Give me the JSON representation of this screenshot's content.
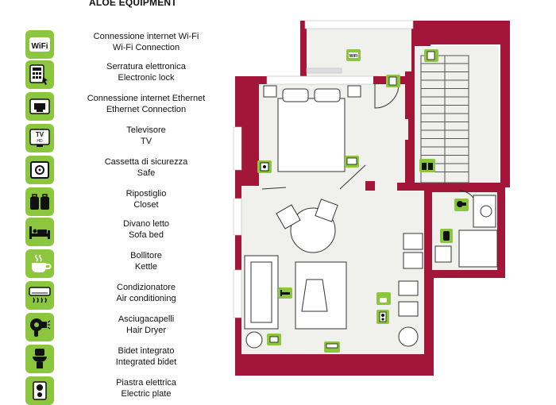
{
  "header": {
    "title": "ALOE EQUIPMENT"
  },
  "legend": {
    "items": [
      {
        "icon": "wifi-icon",
        "it": "Connessione internet Wi-Fi",
        "en": "Wi-Fi Connection"
      },
      {
        "icon": "electronic-lock-icon",
        "it": "Serratura elettronica",
        "en": "Electronic lock"
      },
      {
        "icon": "ethernet-icon",
        "it": "Connessione internet Ethernet",
        "en": "Ethernet Connection"
      },
      {
        "icon": "tv-icon",
        "it": "Televisore",
        "en": "TV"
      },
      {
        "icon": "safe-icon",
        "it": "Cassetta di sicurezza",
        "en": "Safe"
      },
      {
        "icon": "closet-icon",
        "it": "Ripostiglio",
        "en": "Closet"
      },
      {
        "icon": "sofa-bed-icon",
        "it": "Divano letto",
        "en": "Sofa bed"
      },
      {
        "icon": "kettle-icon",
        "it": "Bollitore",
        "en": "Kettle"
      },
      {
        "icon": "air-conditioning-icon",
        "it": "Condizionatore",
        "en": "Air conditioning"
      },
      {
        "icon": "hair-dryer-icon",
        "it": "Asciugacapelli",
        "en": "Hair Dryer"
      },
      {
        "icon": "bidet-icon",
        "it": "Bidet integrato",
        "en": "Integrated bidet"
      },
      {
        "icon": "electric-plate-icon",
        "it": "Piastra elettrica",
        "en": "Electric plate"
      }
    ]
  },
  "plan": {
    "wall_color": "#a3163a",
    "floor_color": "#f0f0ec",
    "accent_color": "#8cc63f",
    "icons": [
      "wifi-icon",
      "electronic-lock-icon",
      "electronic-lock-icon",
      "tv-icon",
      "safe-icon",
      "closet-icon",
      "hair-dryer-icon",
      "sofa-bed-icon",
      "kettle-icon",
      "electric-plate-icon",
      "ethernet-icon",
      "air-conditioning-icon"
    ]
  }
}
